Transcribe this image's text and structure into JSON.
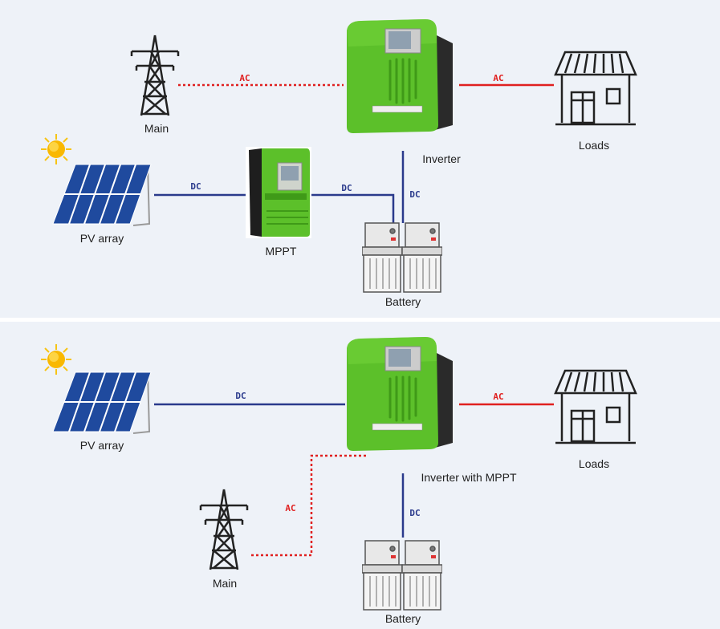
{
  "colors": {
    "background": "#eef2f8",
    "divider": "#ffffff",
    "dc_line": "#2a3a8c",
    "ac_line": "#e02020",
    "device_green": "#5cc02a"
  },
  "top_panel": {
    "main_label": "Main",
    "ac_grid_label": "AC",
    "ac_load_label": "AC",
    "inverter_label": "Inverter",
    "loads_label": "Loads",
    "pv_label": "PV  array",
    "dc_pv_label": "DC",
    "mppt_label": "MPPT",
    "dc_mppt_label": "DC",
    "dc_inverter_label": "DC",
    "battery_label": "Battery"
  },
  "bottom_panel": {
    "pv_label": "PV  array",
    "dc_pv_label": "DC",
    "ac_load_label": "AC",
    "loads_label": "Loads",
    "inverter_label": "Inverter with MPPT",
    "ac_grid_label": "AC",
    "main_label": "Main",
    "dc_battery_label": "DC",
    "battery_label": "Battery"
  }
}
